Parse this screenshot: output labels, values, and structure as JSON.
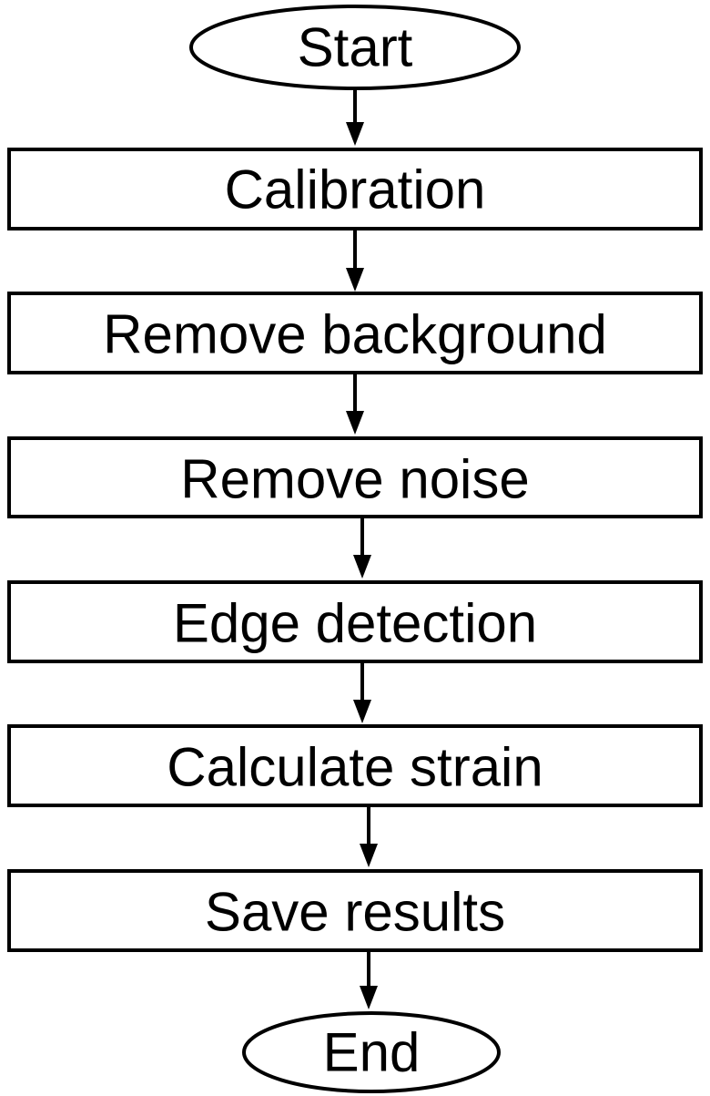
{
  "flowchart": {
    "start": "Start",
    "steps": [
      "Calibration",
      "Remove background",
      "Remove noise",
      "Edge detection",
      "Calculate strain",
      "Save results"
    ],
    "end": "End"
  }
}
